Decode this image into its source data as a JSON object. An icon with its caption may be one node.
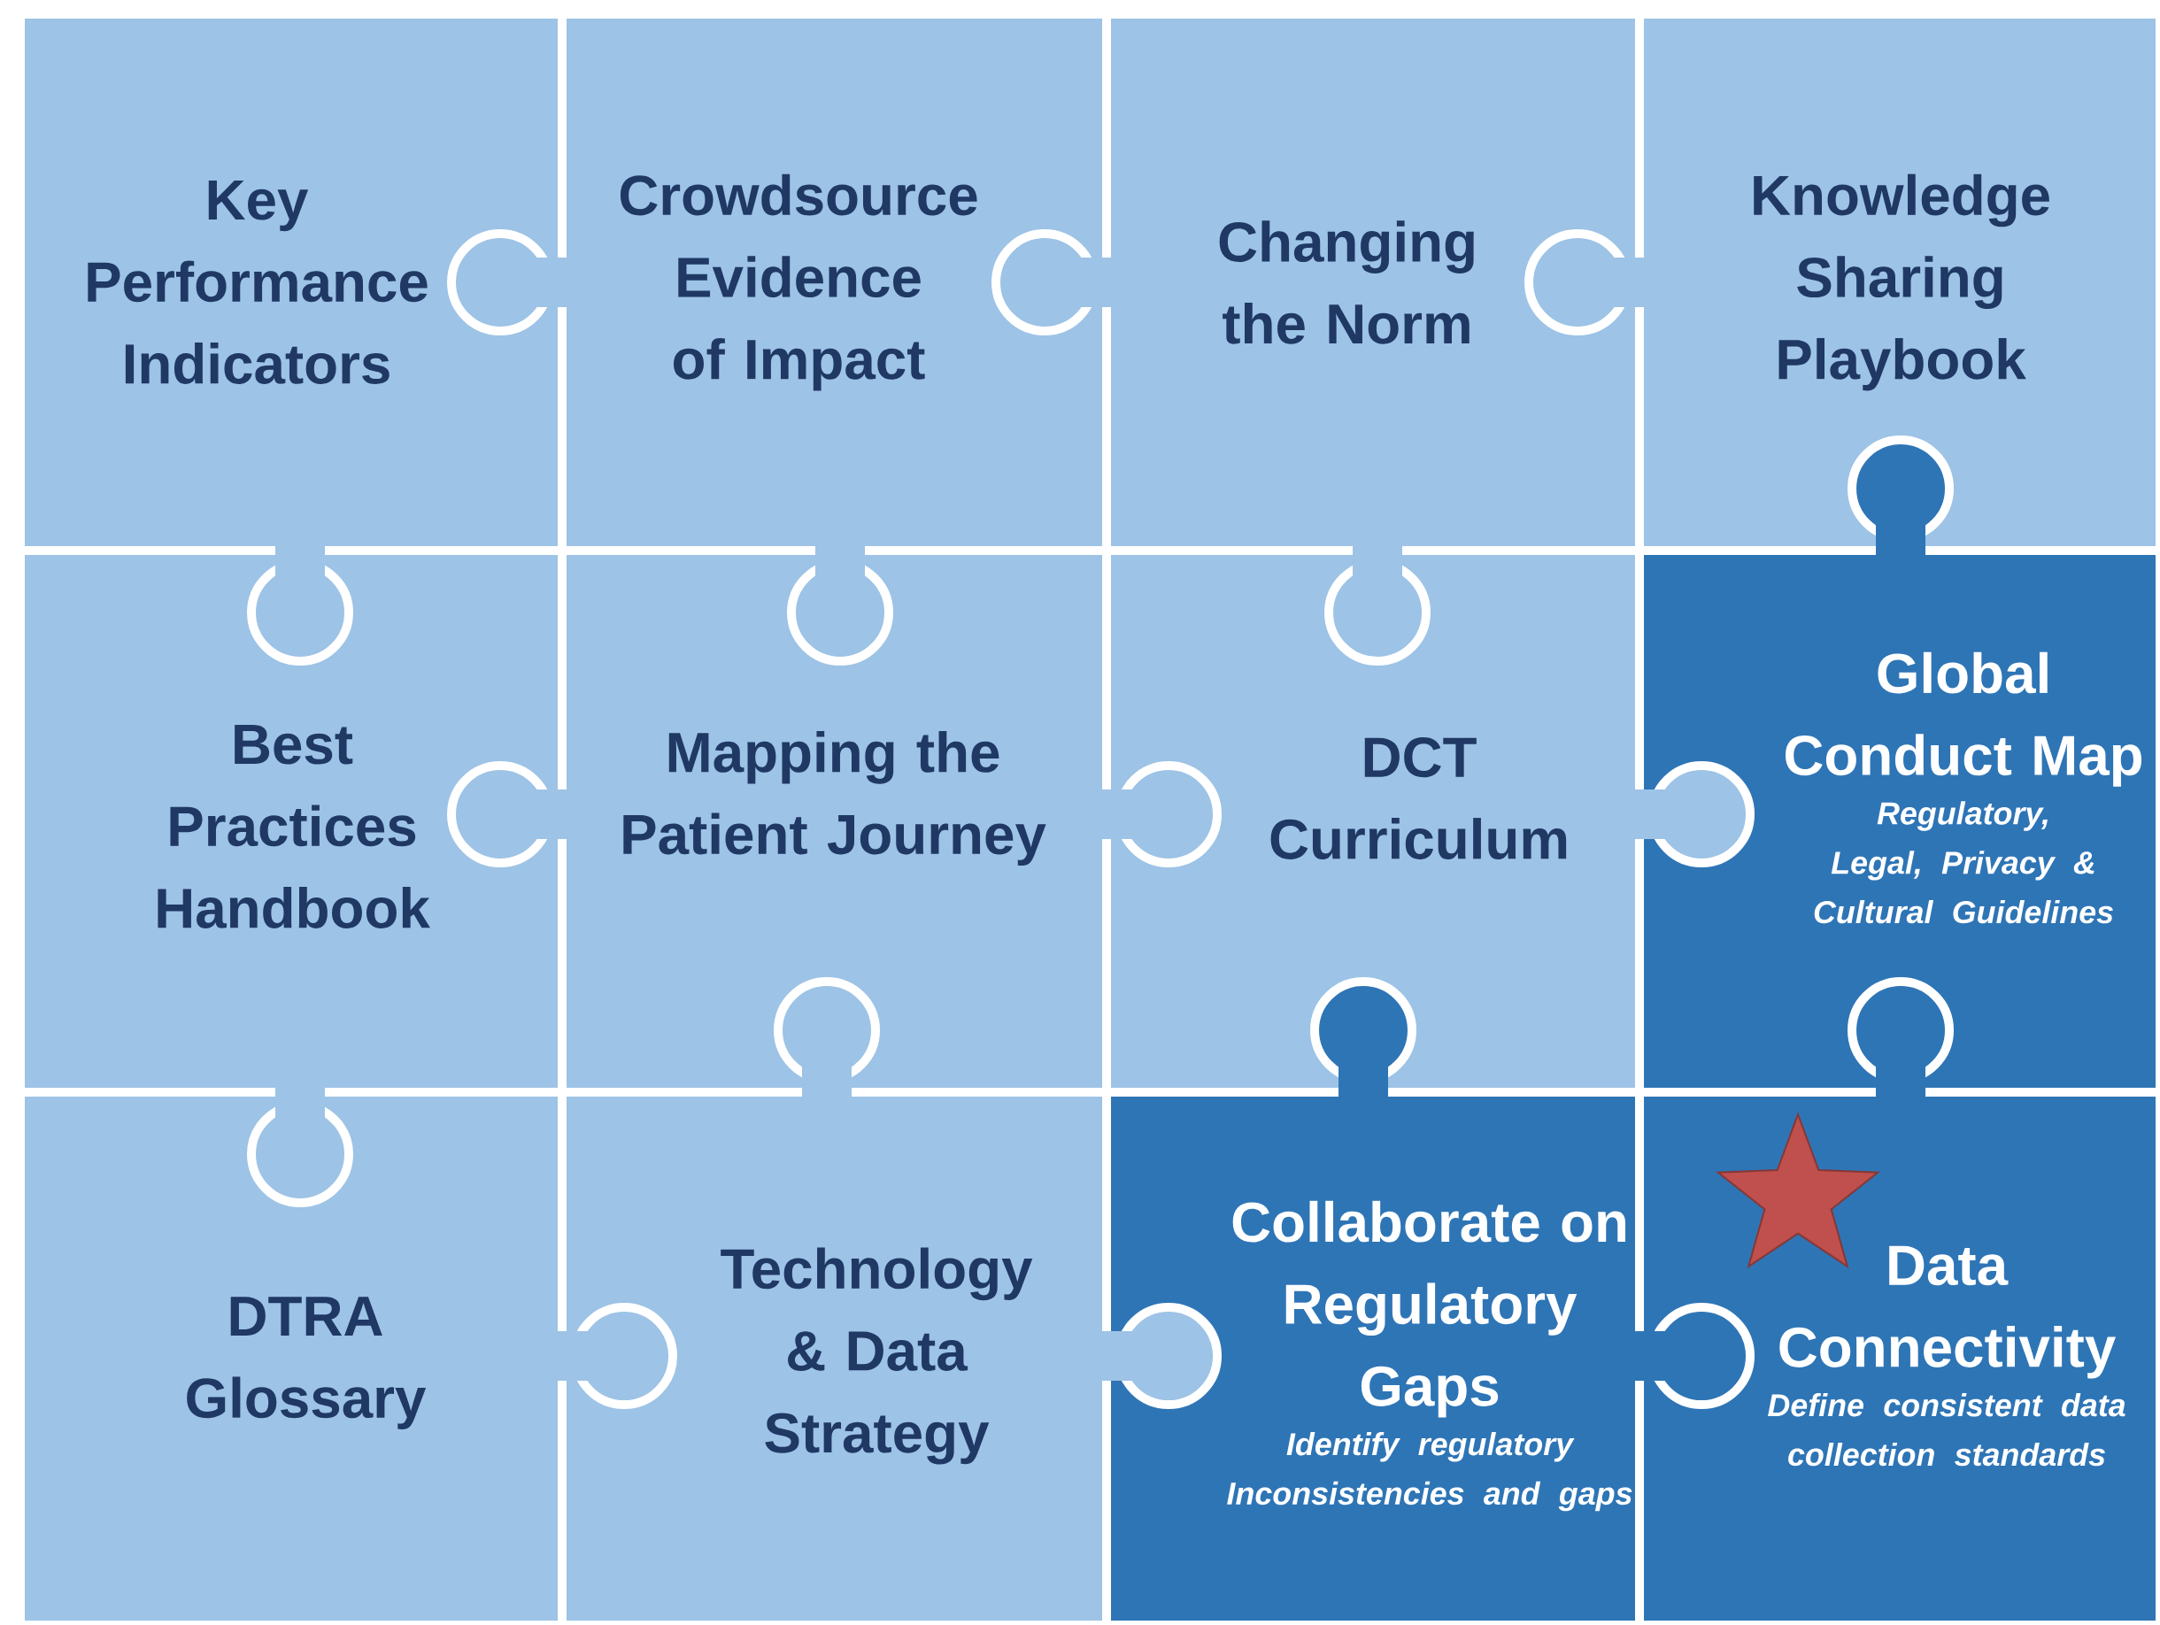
{
  "diagram": {
    "nodes": [
      {
        "text": [
          "Key Performance Indicators"
        ]
      },
      {
        "text": [
          "Crowdsource Evidence of Impact"
        ]
      },
      {
        "text": [
          "Changing the Norm"
        ]
      },
      {
        "text": [
          "Knowledge Sharing Playbook"
        ]
      },
      {
        "text": [
          "Best Practices Handbook"
        ]
      },
      {
        "text": [
          "Mapping the Patient Journey"
        ]
      },
      {
        "text": [
          "DCT Curriculum"
        ]
      },
      {
        "text": [
          "Global Conduct Map",
          "Regulatory, Legal, Privacy & Cultural Guidelines"
        ]
      },
      {
        "text": [
          "DTRA Glossary"
        ]
      },
      {
        "text": [
          "Technology & Data Strategy"
        ]
      },
      {
        "text": [
          "Collaborate on Regulatory Gaps",
          "Identify regulatory Inconsistencies and gaps"
        ]
      },
      {
        "text": [
          "Data Connectivity",
          "Define consistent data collection standards"
        ]
      }
    ]
  }
}
